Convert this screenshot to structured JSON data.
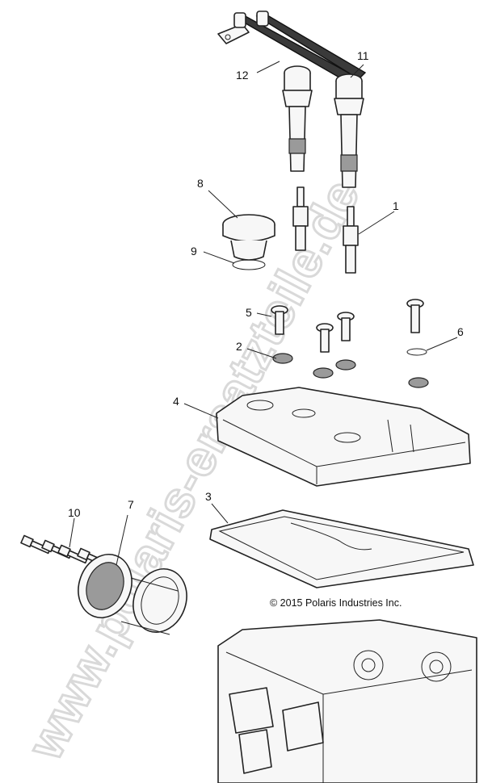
{
  "watermark": {
    "text": "www.polaris-ersatzteile.de"
  },
  "copyright": "© 2015 Polaris Industries Inc.",
  "callouts": [
    {
      "number": "1",
      "part": "spark-plug"
    },
    {
      "number": "2",
      "part": "grommet"
    },
    {
      "number": "3",
      "part": "valve-cover-gasket"
    },
    {
      "number": "4",
      "part": "valve-cover"
    },
    {
      "number": "5",
      "part": "shoulder-bolt"
    },
    {
      "number": "6",
      "part": "o-ring-small"
    },
    {
      "number": "7",
      "part": "cylinder-seal-ring"
    },
    {
      "number": "8",
      "part": "oil-fill-cap"
    },
    {
      "number": "9",
      "part": "cap-o-ring"
    },
    {
      "number": "10",
      "part": "bolt-set"
    },
    {
      "number": "11",
      "part": "ignition-coil"
    },
    {
      "number": "12",
      "part": "ignition-coil-harness"
    }
  ],
  "colors": {
    "line": "#222222",
    "fill": "#f7f7f7",
    "watermark": "#d9d9d9"
  }
}
